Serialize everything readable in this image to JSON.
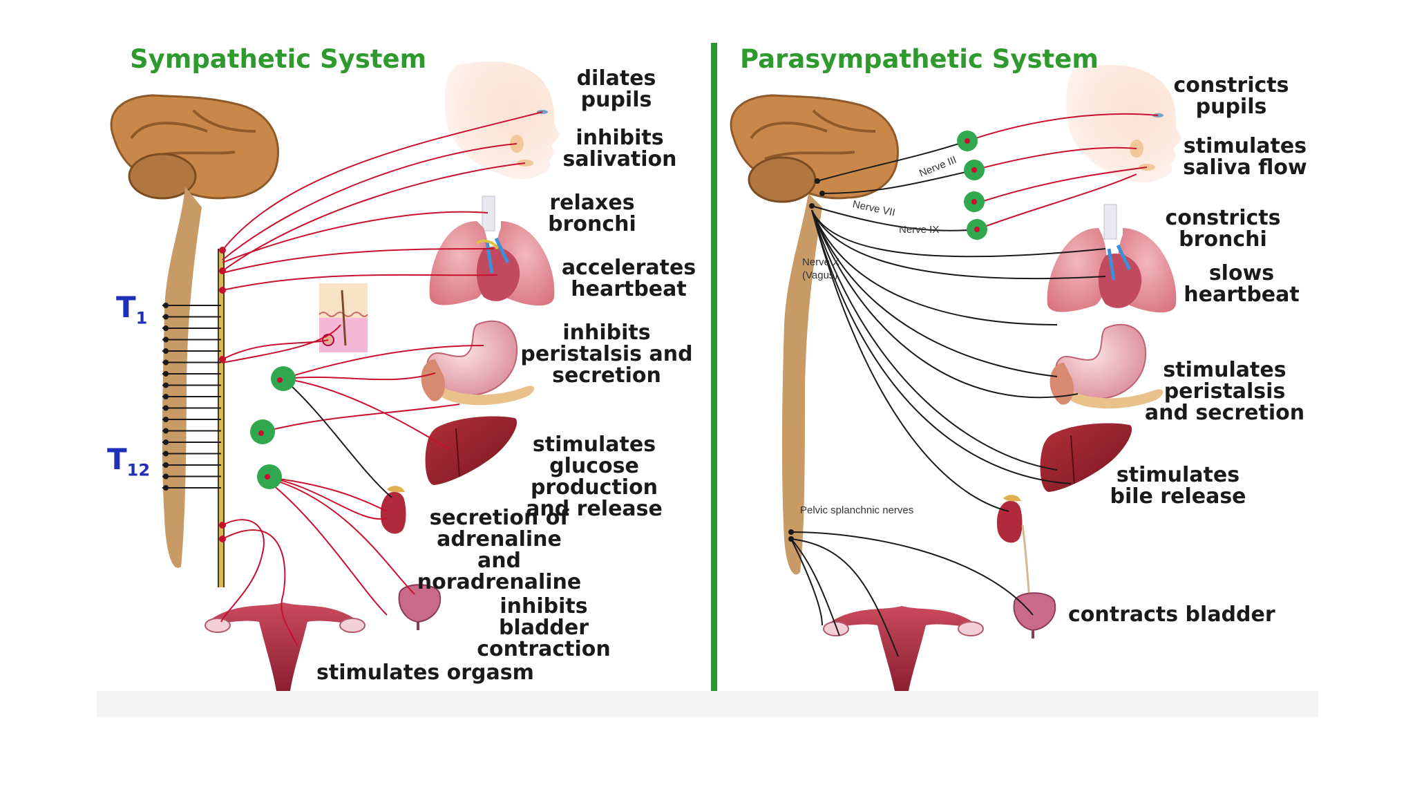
{
  "sympathetic": {
    "title": "Sympathetic System",
    "t1_label": "T",
    "t1_sub": "1",
    "t12_label": "T",
    "t12_sub": "12",
    "effects": [
      "dilates\npupils",
      "inhibits\nsalivation",
      "relaxes\nbronchi",
      "accelerates\nheartbeat",
      "inhibits\nperistalsis and\nsecretion",
      "stimulates\nglucose production\nand release",
      "secretion of\nadrenaline and\nnoradrenaline",
      "inhibits bladder\ncontraction",
      "stimulates orgasm"
    ]
  },
  "parasympathetic": {
    "title": "Parasympathetic System",
    "effects": [
      "constricts\npupils",
      "stimulates\nsaliva flow",
      "constricts\nbronchi",
      "slows\nheartbeat",
      "stimulates\nperistalsis\nand secretion",
      "stimulates\nbile release",
      "contracts bladder"
    ],
    "nerves": {
      "nerve_iii": "Nerve III",
      "nerve_vii": "Nerve VII",
      "nerve_ix": "Nerve IX",
      "nerve_x": "Nerve X\n(Vagus)",
      "pelvic": "Pelvic splanchnic nerves"
    }
  },
  "colors": {
    "title_green": "#2e9a2e",
    "divider_green": "#239a2b",
    "t_label_blue": "#1f2fb8",
    "nerve_red": "#c8102e",
    "nerve_black": "#1a1a1a",
    "ganglion_green": "#2fa84f",
    "spine_tan": "#c79a66",
    "chain_gold": "#d8b85a"
  },
  "icons": {
    "brain": "brain-icon",
    "head": "head-profile-icon",
    "lungs": "lungs-heart-icon",
    "stomach": "stomach-pancreas-icon",
    "liver": "liver-icon",
    "kidney": "kidney-adrenal-icon",
    "bladder": "bladder-icon",
    "uterus": "uterus-icon",
    "skin": "skin-section-icon"
  }
}
